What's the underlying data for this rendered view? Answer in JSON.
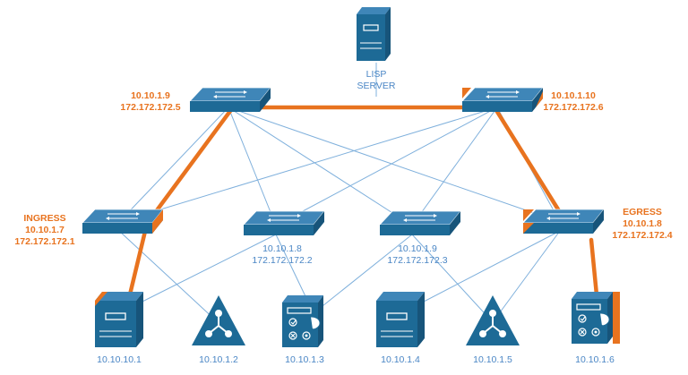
{
  "lisp_server": {
    "label_line1": "LISP",
    "label_line2": "SERVER"
  },
  "spines": {
    "left": {
      "ip1": "10.10.1.9",
      "ip2": "172.172.172.5"
    },
    "right": {
      "ip1": "10.10.1.10",
      "ip2": "172.172.172.6"
    }
  },
  "leaves": {
    "ingress": {
      "role": "INGRESS",
      "ip1": "10.10.1.7",
      "ip2": "172.172.172.1"
    },
    "mid1": {
      "ip1": "10.10.1.8",
      "ip2": "172.172.172.2"
    },
    "mid2": {
      "ip1": "10.10.1.9",
      "ip2": "172.172.172.3"
    },
    "egress": {
      "role": "EGRESS",
      "ip1": "10.10.1.8",
      "ip2": "172.172.172.4"
    }
  },
  "endpoints": [
    "10.10.10.1",
    "10.10.1.2",
    "10.10.1.3",
    "10.10.1.4",
    "10.10.1.5",
    "10.10.1.6"
  ],
  "colors": {
    "device_blue": "#1d6a96",
    "device_dark": "#17547a",
    "link_blue": "#7fb0dc",
    "path_orange": "#e8731f"
  }
}
